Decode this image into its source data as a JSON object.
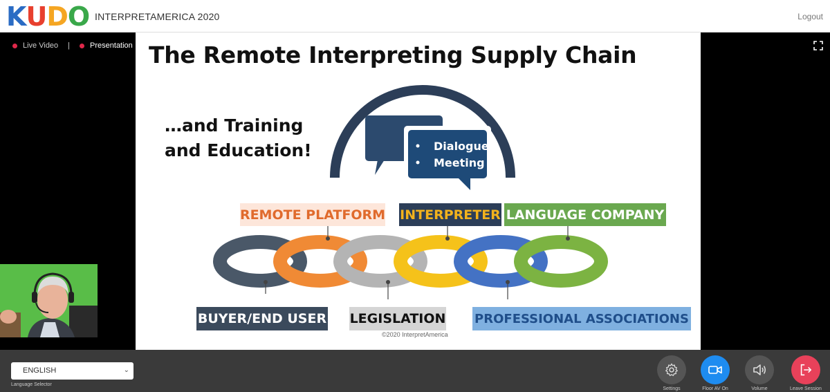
{
  "header": {
    "logo_letters": [
      "K",
      "U",
      "D",
      "O"
    ],
    "event_title": "INTERPRETAMERICA 2020",
    "logout_label": "Logout"
  },
  "view_toggle": {
    "live_video_label": "Live Video",
    "separator": "|",
    "presentation_label": "Presentation",
    "active": "Presentation"
  },
  "slide": {
    "title": "The Remote Interpreting Supply Chain",
    "training_line1": "…and Training",
    "training_line2": "and Education!",
    "bubble_items": [
      "Dialogue",
      "Meeting"
    ],
    "top_labels": [
      {
        "text": "REMOTE PLATFORM",
        "color": "#e06a2c",
        "bg": "#fde6da"
      },
      {
        "text": "INTERPRETER",
        "color": "#f2b21c",
        "bg": "#2c3e58"
      },
      {
        "text": "LANGUAGE COMPANY",
        "color": "#ffffff",
        "bg": "#6aa84f"
      }
    ],
    "bottom_labels": [
      {
        "text": "BUYER/END USER",
        "color": "#ffffff",
        "bg": "#3b4a5c"
      },
      {
        "text": "LEGISLATION",
        "color": "#111111",
        "bg": "#d5d5d5"
      },
      {
        "text": "PROFESSIONAL ASSOCIATIONS",
        "color": "#1f4e8a",
        "bg": "#7fb0e0"
      }
    ],
    "chain_colors": [
      "#4a5868",
      "#f08a35",
      "#b4b4b4",
      "#f5c21a",
      "#4472c4",
      "#7cb342"
    ],
    "copyright": "©2020 InterpretAmerica"
  },
  "bottom_bar": {
    "language_value": "ENGLISH",
    "language_caption": "Language Selector",
    "controls": [
      {
        "label": "Settings",
        "icon": "gear-icon"
      },
      {
        "label": "Floor AV On",
        "icon": "video-camera-icon",
        "color": "#1e8cf0"
      },
      {
        "label": "Volume",
        "icon": "speaker-icon"
      },
      {
        "label": "Leave Session",
        "icon": "exit-icon",
        "color": "#e8415a"
      }
    ]
  }
}
